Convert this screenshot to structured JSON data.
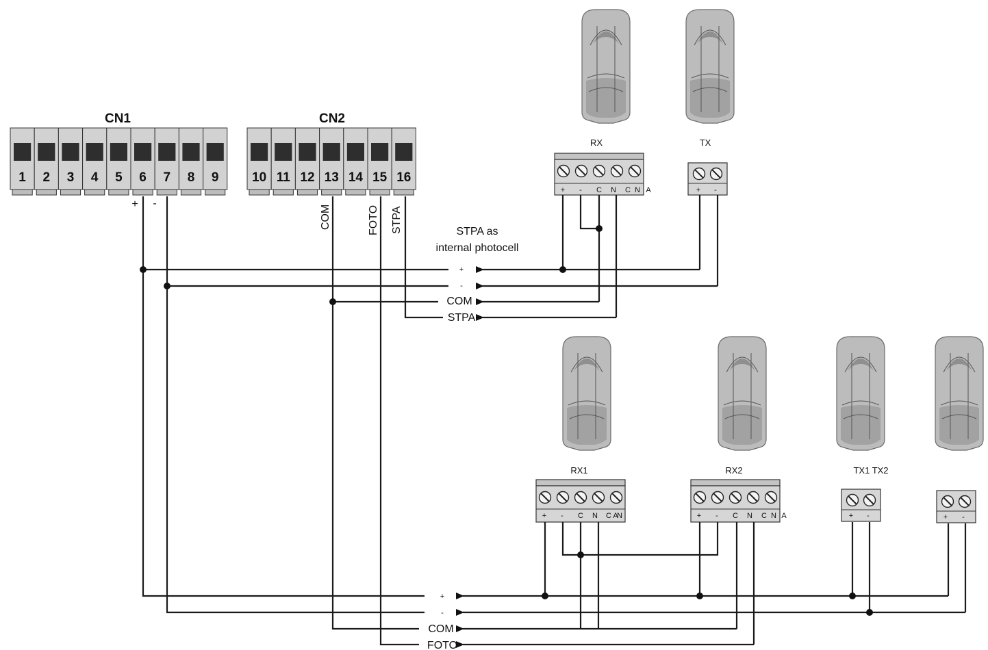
{
  "connectors": {
    "cn1": {
      "title": "CN1",
      "terminals": [
        "1",
        "2",
        "3",
        "4",
        "5",
        "6",
        "7",
        "8",
        "9"
      ],
      "plus": "+",
      "minus": "-"
    },
    "cn2": {
      "title": "CN2",
      "terminals": [
        "10",
        "11",
        "12",
        "13",
        "14",
        "15",
        "16"
      ],
      "com": "COM",
      "foto": "FOTO",
      "stpa": "STPA"
    }
  },
  "top_section": {
    "note": [
      "STPA as",
      "internal photocell"
    ],
    "rx": {
      "title": "RX",
      "pins": [
        "+",
        "-",
        "C",
        "N",
        "C",
        "N",
        "A"
      ]
    },
    "tx": {
      "title": "TX",
      "pins": [
        "+",
        "-"
      ]
    },
    "buses": [
      "+",
      "-",
      "COM",
      "STPA"
    ]
  },
  "bottom_section": {
    "rx1": {
      "title": "RX1",
      "pins": [
        "+",
        "-",
        "C",
        "N",
        "C",
        "A",
        "N"
      ]
    },
    "rx2": {
      "title": "RX2",
      "pins": [
        "+",
        "-",
        "C",
        "N",
        "C",
        "N",
        "A"
      ]
    },
    "tx_title": "TX1 TX2",
    "tx1": {
      "pins": [
        "+",
        "-"
      ]
    },
    "tx2": {
      "pins": [
        "+",
        "-"
      ]
    },
    "buses": [
      "+",
      "-",
      "COM",
      "FOTO"
    ]
  },
  "colors": {
    "wire": "#1a1a1a",
    "terminal": "#d2d2d2",
    "device": "#bcbcbc"
  }
}
